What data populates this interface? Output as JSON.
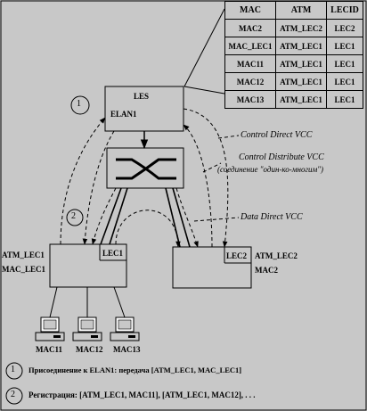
{
  "table": {
    "headers": [
      "MAC",
      "ATM",
      "LECID"
    ],
    "rows": [
      [
        "MAC2",
        "ATM_LEC2",
        "LEC2"
      ],
      [
        "MAC_LEC1",
        "ATM_LEC1",
        "LEC1"
      ],
      [
        "MAC11",
        "ATM_LEC1",
        "LEC1"
      ],
      [
        "MAC12",
        "ATM_LEC1",
        "LEC1"
      ],
      [
        "MAC13",
        "ATM_LEC1",
        "LEC1"
      ]
    ]
  },
  "les": {
    "title": "LES",
    "elan": "ELAN1"
  },
  "lec1": {
    "name": "LEC1",
    "atm": "ATM_LEC1",
    "mac": "MAC_LEC1"
  },
  "lec2": {
    "name": "LEC2",
    "atm": "ATM_LEC2",
    "mac": "MAC2"
  },
  "vcc": {
    "control_direct": "Control Direct VCC",
    "control_distribute": "Control Distribute VCC",
    "control_distribute_note": "(соединение \"один-ко-многим\")",
    "data_direct": "Data Direct VCC"
  },
  "hosts": [
    "MAC11",
    "MAC12",
    "MAC13"
  ],
  "markers": {
    "m1": "1",
    "m2": "2"
  },
  "legend": {
    "items": [
      {
        "num": "1",
        "text": "Присоединение к ELAN1: передача [ATM_LEC1, MAC_LEC1]"
      },
      {
        "num": "2",
        "text": "Регистрация: [ATM_LEC1, MAC11], [ATM_LEC1, MAC12], . . ."
      }
    ]
  }
}
